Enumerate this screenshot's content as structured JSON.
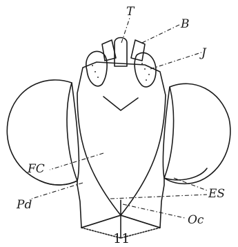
{
  "figure_number": "11",
  "labels": {
    "T": "T",
    "B": "B",
    "J": "J",
    "FC": "FC",
    "ES": "ES",
    "Pd": "Pd",
    "Oc": "Oc"
  }
}
